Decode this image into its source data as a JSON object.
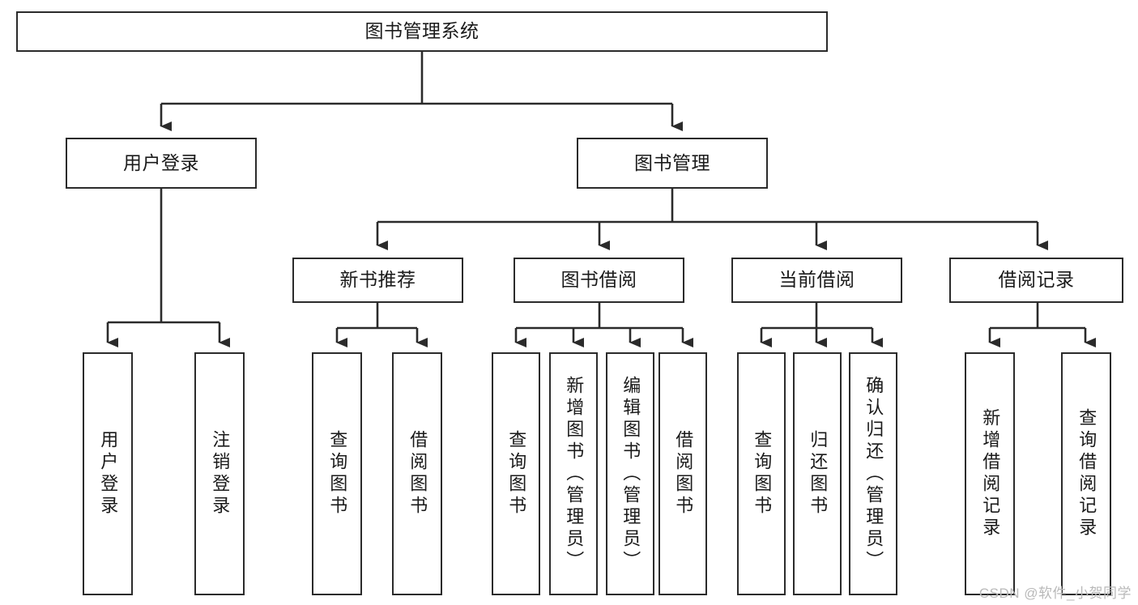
{
  "diagram": {
    "title": "图书管理系统",
    "type": "tree",
    "root": {
      "id": "root",
      "label": "图书管理系统"
    },
    "level2": [
      {
        "id": "user-login",
        "label": "用户登录"
      },
      {
        "id": "book-manage",
        "label": "图书管理"
      }
    ],
    "level3": [
      {
        "id": "new-book-recommend",
        "label": "新书推荐"
      },
      {
        "id": "book-borrow",
        "label": "图书借阅"
      },
      {
        "id": "current-borrow",
        "label": "当前借阅"
      },
      {
        "id": "borrow-record",
        "label": "借阅记录"
      }
    ],
    "leaves": [
      {
        "id": "leaf-user-login",
        "label": "用户登录",
        "parent": "user-login"
      },
      {
        "id": "leaf-user-logout",
        "label": "注销登录",
        "parent": "user-login"
      },
      {
        "id": "leaf-query-book-1",
        "label": "查询图书",
        "parent": "new-book-recommend"
      },
      {
        "id": "leaf-borrow-book-1",
        "label": "借阅图书",
        "parent": "new-book-recommend"
      },
      {
        "id": "leaf-query-book-2",
        "label": "查询图书",
        "parent": "book-borrow"
      },
      {
        "id": "leaf-add-book",
        "label": "新增图书（管理员）",
        "parent": "book-borrow"
      },
      {
        "id": "leaf-edit-book",
        "label": "编辑图书（管理员）",
        "parent": "book-borrow"
      },
      {
        "id": "leaf-borrow-book-2",
        "label": "借阅图书",
        "parent": "book-borrow"
      },
      {
        "id": "leaf-query-book-3",
        "label": "查询图书",
        "parent": "current-borrow"
      },
      {
        "id": "leaf-return-book",
        "label": "归还图书",
        "parent": "current-borrow"
      },
      {
        "id": "leaf-confirm-return",
        "label": "确认归还（管理员）",
        "parent": "current-borrow"
      },
      {
        "id": "leaf-add-record",
        "label": "新增借阅记录",
        "parent": "borrow-record"
      },
      {
        "id": "leaf-query-record",
        "label": "查询借阅记录",
        "parent": "borrow-record"
      }
    ],
    "colors": {
      "stroke": "#2b2b2b",
      "fill": "#ffffff",
      "text": "#1a1a1a",
      "watermark": "#b9b9b9"
    }
  },
  "watermark": {
    "text": "CSDN @软件_小贺同学"
  }
}
